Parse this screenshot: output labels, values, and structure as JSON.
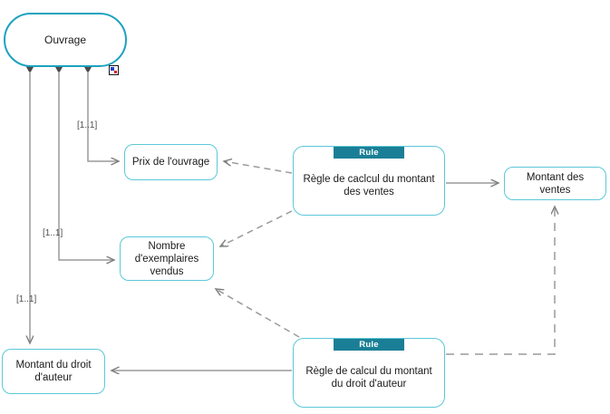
{
  "diagram": {
    "title": "Ouvrage business rules diagram",
    "colors": {
      "node_border": "#5bc8d8",
      "root_border": "#1da2c0",
      "rule_badge_bg": "#1a7f96",
      "connector": "#9a9a9a",
      "text": "#1a1a1a"
    },
    "nodes": [
      {
        "id": "ouvrage",
        "label": "Ouvrage",
        "type": "root"
      },
      {
        "id": "prix",
        "label": "Prix de l'ouvrage",
        "type": "attribute"
      },
      {
        "id": "nombre",
        "label": "Nombre\nd'exemplaires\nvendus",
        "type": "attribute"
      },
      {
        "id": "montant-ventes",
        "label": "Montant des ventes",
        "type": "attribute"
      },
      {
        "id": "montant-droit",
        "label": "Montant du droit\nd'auteur",
        "type": "attribute"
      },
      {
        "id": "rule-ventes",
        "label": "Règle de caclcul du montant\ndes ventes",
        "type": "rule",
        "stereotype": "Rule"
      },
      {
        "id": "rule-droit",
        "label": "Règle de calcul du montant\ndu droit d'auteur",
        "type": "rule",
        "stereotype": "Rule"
      }
    ],
    "multiplicities": {
      "prix": "[1..1]",
      "nombre": "[1..1]",
      "droit": "[1..1]"
    },
    "icons": {
      "element_marker": "element-marker-icon"
    }
  }
}
